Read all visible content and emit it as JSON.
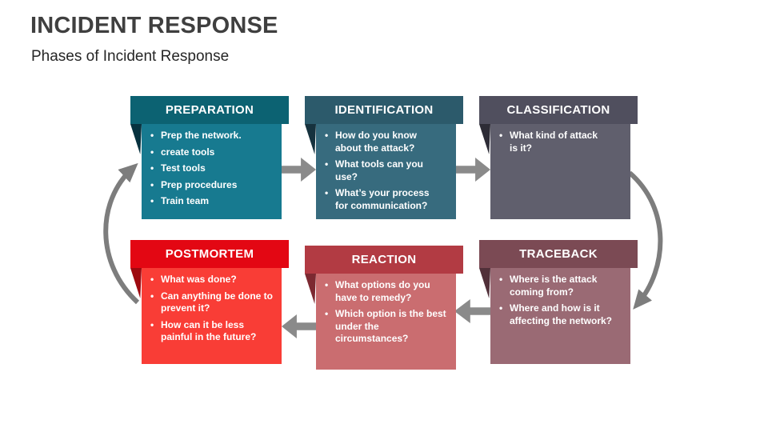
{
  "slide": {
    "title": "INCIDENT RESPONSE",
    "subtitle": "Phases of Incident Response"
  },
  "colors": {
    "background": "#ffffff",
    "title_text": "#3f3f3f",
    "subtitle_text": "#262626",
    "bullet_text": "#ffffff",
    "straight_arrow": "#8a8a8a",
    "curved_arrow": "#7d7d7d"
  },
  "boxes": [
    {
      "id": "preparation",
      "label": "PREPARATION",
      "colors": {
        "header": "#0c6272",
        "body": "#177a90",
        "fold": "#07323f"
      },
      "bullets": [
        [
          "Prep the network."
        ],
        [
          "create tools"
        ],
        [
          "Test tools"
        ],
        [
          "Prep procedures"
        ],
        [
          "Train team"
        ]
      ]
    },
    {
      "id": "identification",
      "label": "IDENTIFICATION",
      "colors": {
        "header": "#2c5a6b",
        "body": "#376b7e",
        "fold": "#16323e"
      },
      "bullets": [
        [
          "How do you know",
          "about the attack?"
        ],
        [
          "What tools can you",
          "use?"
        ],
        [
          "What’s your process",
          "for communication?"
        ]
      ]
    },
    {
      "id": "classification",
      "label": "CLASSIFICATION",
      "colors": {
        "header": "#504f5e",
        "body": "#605f6d",
        "fold": "#2d2c36"
      },
      "bullets": [
        [
          "What kind of attack",
          "is it?"
        ]
      ]
    },
    {
      "id": "postmortem",
      "label": "POSTMORTEM",
      "colors": {
        "header": "#e30713",
        "body": "#f93d36",
        "fold": "#9e0a10"
      },
      "bullets": [
        [
          "What was done?"
        ],
        [
          "Can anything be done to",
          "prevent it?"
        ],
        [
          "How can it be less",
          "painful in the future?"
        ]
      ]
    },
    {
      "id": "reaction",
      "label": "REACTION",
      "colors": {
        "header": "#b23b43",
        "body": "#ca6d70",
        "fold": "#7c2931"
      },
      "bullets": [
        [
          "What options do you",
          "have to remedy?"
        ],
        [
          "Which option is the best",
          "under the",
          "circumstances?"
        ]
      ]
    },
    {
      "id": "traceback",
      "label": "TRACEBACK",
      "colors": {
        "header": "#7b4a54",
        "body": "#9a6a74",
        "fold": "#513039"
      },
      "bullets": [
        [
          "Where is the attack",
          "coming from?"
        ],
        [
          "Where and how is it",
          "affecting the network?"
        ]
      ]
    }
  ]
}
